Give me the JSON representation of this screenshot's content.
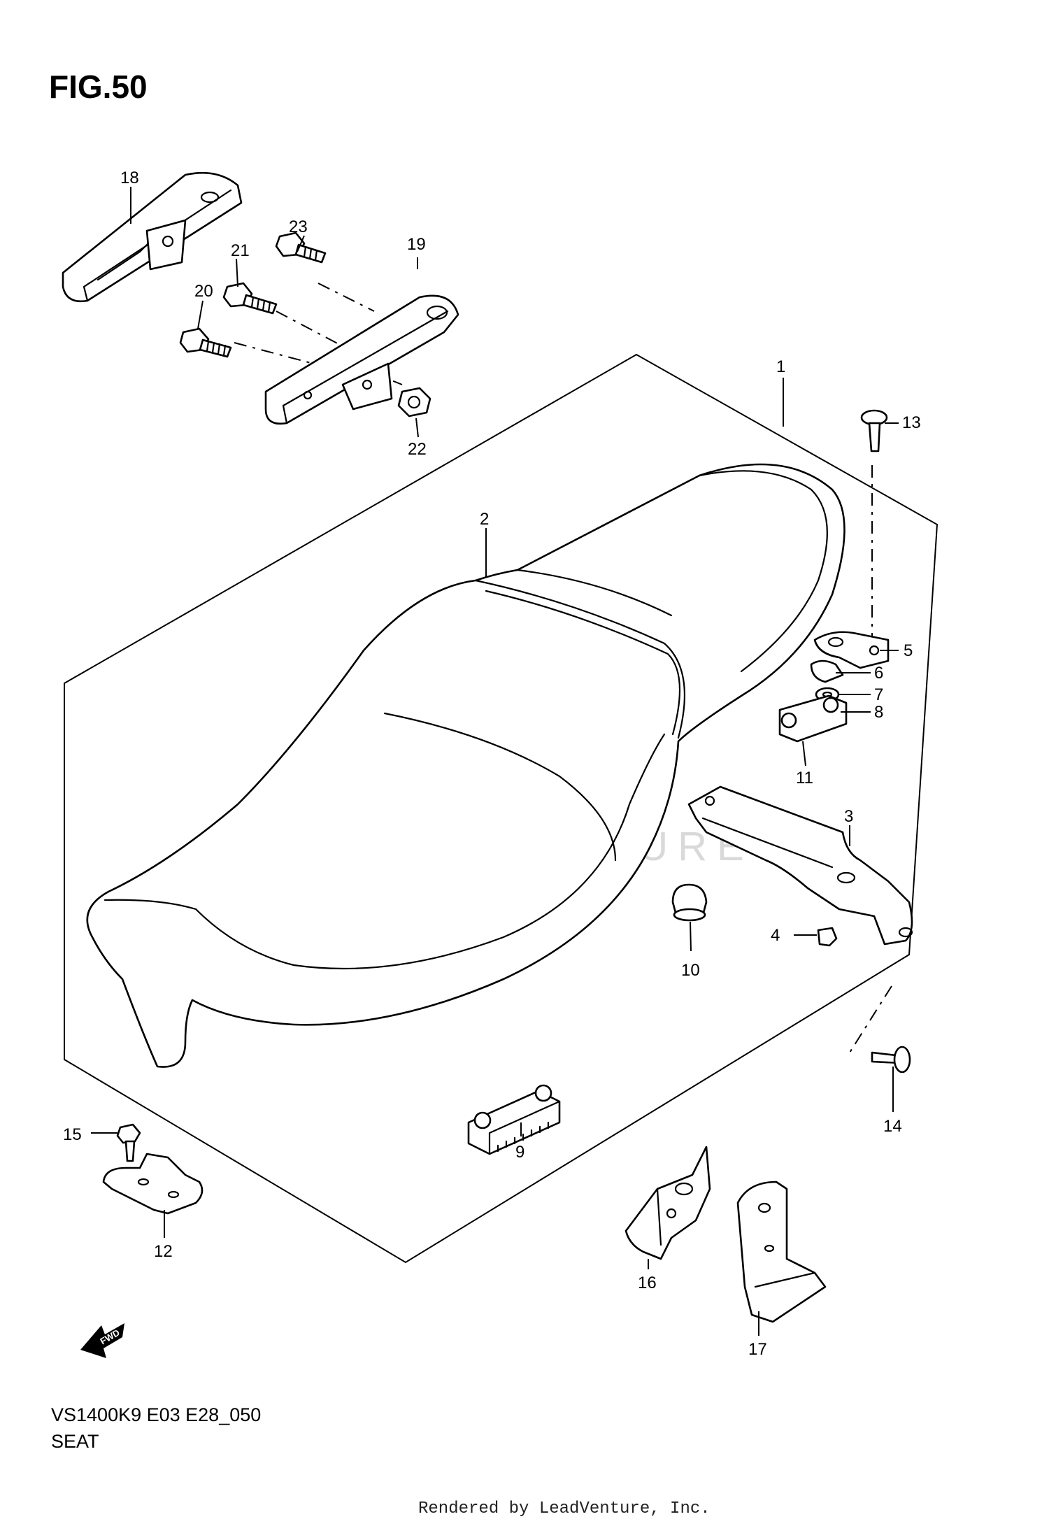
{
  "figure": {
    "title": "FIG.50"
  },
  "callouts": [
    {
      "id": "1",
      "label": "1"
    },
    {
      "id": "2",
      "label": "2"
    },
    {
      "id": "3",
      "label": "3"
    },
    {
      "id": "4",
      "label": "4"
    },
    {
      "id": "5",
      "label": "5"
    },
    {
      "id": "6",
      "label": "6"
    },
    {
      "id": "7",
      "label": "7"
    },
    {
      "id": "8",
      "label": "8"
    },
    {
      "id": "9",
      "label": "9"
    },
    {
      "id": "10",
      "label": "10"
    },
    {
      "id": "11",
      "label": "11"
    },
    {
      "id": "12",
      "label": "12"
    },
    {
      "id": "13",
      "label": "13"
    },
    {
      "id": "14",
      "label": "14"
    },
    {
      "id": "15",
      "label": "15"
    },
    {
      "id": "16",
      "label": "16"
    },
    {
      "id": "17",
      "label": "17"
    },
    {
      "id": "18",
      "label": "18"
    },
    {
      "id": "19",
      "label": "19"
    },
    {
      "id": "20",
      "label": "20"
    },
    {
      "id": "21",
      "label": "21"
    },
    {
      "id": "22",
      "label": "22"
    },
    {
      "id": "23",
      "label": "23"
    }
  ],
  "fwd_indicator": "FWD",
  "watermark": "LEADVENTURE",
  "caption": {
    "model_code": "VS1400K9 E03 E28_050",
    "section": "SEAT"
  },
  "footer": "Rendered by LeadVenture, Inc."
}
